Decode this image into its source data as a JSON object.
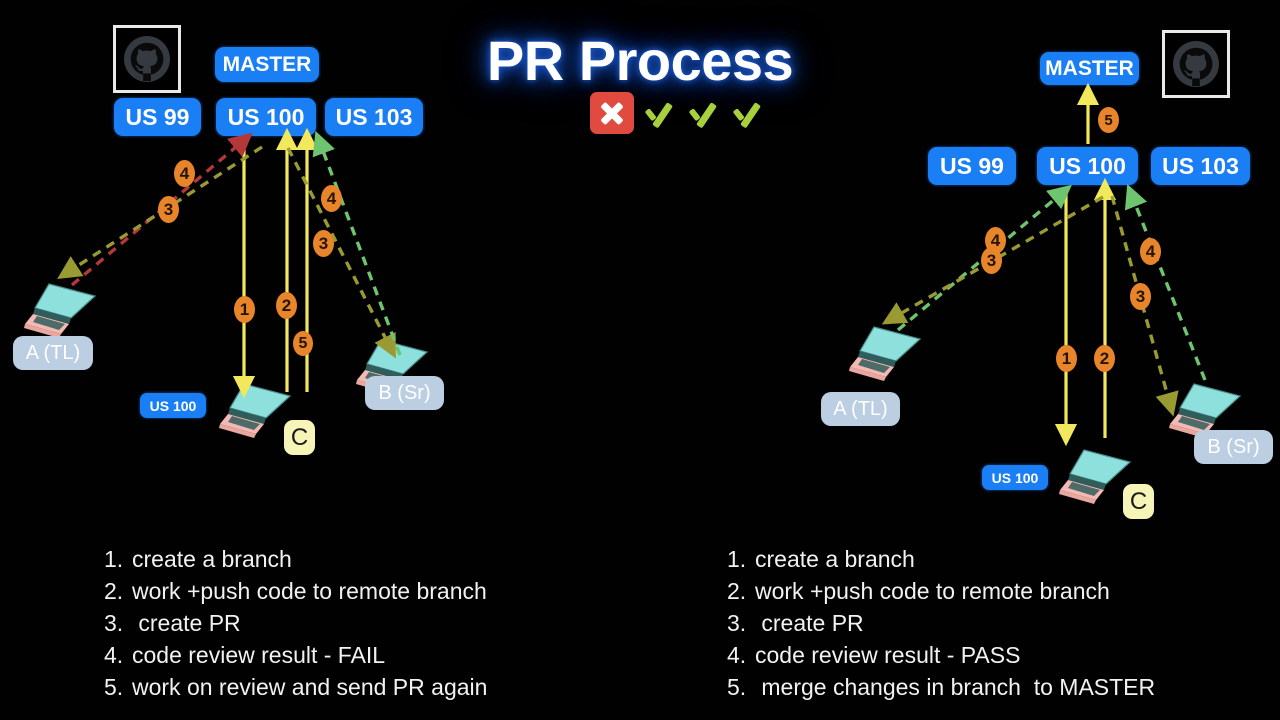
{
  "header": {
    "title": "PR Process",
    "verdicts": [
      {
        "icon": "x-mark-icon",
        "kind": "fail"
      },
      {
        "icon": "check-mark-icon",
        "kind": "pass"
      },
      {
        "icon": "check-mark-icon",
        "kind": "pass"
      },
      {
        "icon": "check-mark-icon",
        "kind": "pass"
      }
    ],
    "colors": {
      "fail_bg": "#e04a3f",
      "pass": "#a8cf3c",
      "title_glow": "#1d5fd6"
    }
  },
  "colors": {
    "background": "#010101",
    "badge_blue": "#1a7ef5",
    "person_label": "#bccee2",
    "c_label": "#f7f4b8",
    "number_bubble": "#e8852a",
    "arrow_yellow": "#f2e85c",
    "arrow_green": "#6fc46f",
    "arrow_olive": "#9a9a33",
    "arrow_red": "#b4373a"
  },
  "left_panel": {
    "name": "fail-flow-diagram",
    "github_icon": "github-octocat-icon",
    "branches": [
      {
        "label": "MASTER",
        "name": "branch-master"
      },
      {
        "label": "US 99",
        "name": "branch-us-99"
      },
      {
        "label": "US 100",
        "name": "branch-us-100"
      },
      {
        "label": "US 103",
        "name": "branch-us-103"
      }
    ],
    "local_branch_tag": "US 100",
    "people": [
      {
        "label": "A (TL)",
        "name": "person-a-tl"
      },
      {
        "label": "B (Sr)",
        "name": "person-b-sr"
      },
      {
        "label": "C",
        "name": "person-c"
      }
    ],
    "step_markers": [
      "1",
      "2",
      "3",
      "4",
      "5"
    ],
    "steps": [
      {
        "n": "1.",
        "text": "create a branch"
      },
      {
        "n": "2.",
        "text": "work +push code to remote branch"
      },
      {
        "n": "3.",
        "text": " create PR"
      },
      {
        "n": "4.",
        "text": "code review result - FAIL"
      },
      {
        "n": "5.",
        "text": "work on review and send PR again"
      }
    ]
  },
  "right_panel": {
    "name": "pass-flow-diagram",
    "github_icon": "github-octocat-icon",
    "branches": [
      {
        "label": "MASTER",
        "name": "branch-master"
      },
      {
        "label": "US 99",
        "name": "branch-us-99"
      },
      {
        "label": "US 100",
        "name": "branch-us-100"
      },
      {
        "label": "US 103",
        "name": "branch-us-103"
      }
    ],
    "local_branch_tag": "US 100",
    "people": [
      {
        "label": "A (TL)",
        "name": "person-a-tl"
      },
      {
        "label": "B (Sr)",
        "name": "person-b-sr"
      },
      {
        "label": "C",
        "name": "person-c"
      }
    ],
    "step_markers": [
      "1",
      "2",
      "3",
      "4",
      "5"
    ],
    "steps": [
      {
        "n": "1.",
        "text": "create a branch"
      },
      {
        "n": "2.",
        "text": "work +push code to remote branch"
      },
      {
        "n": "3.",
        "text": " create PR"
      },
      {
        "n": "4.",
        "text": "code review result - PASS"
      },
      {
        "n": "5.",
        "text": " merge changes in branch  to MASTER"
      }
    ]
  }
}
